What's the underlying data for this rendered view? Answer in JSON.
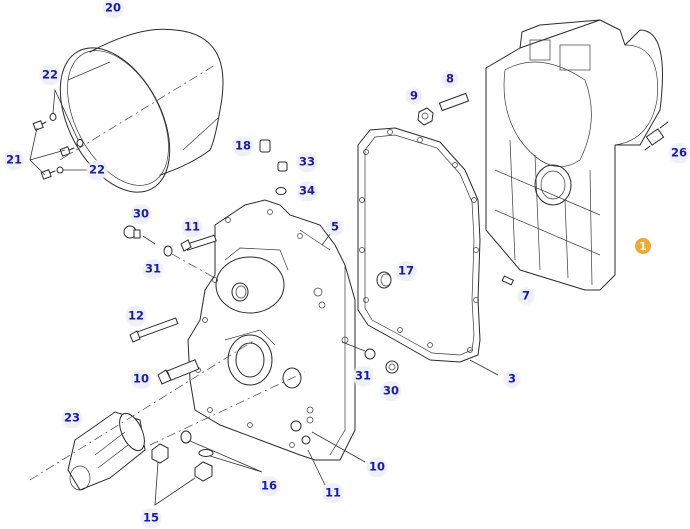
{
  "diagram": {
    "type": "exploded-parts-view",
    "highlight_color": "#f0a830",
    "callout_color": "#1a1aa6",
    "callouts": [
      {
        "id": "c20",
        "label": "20"
      },
      {
        "id": "c22a",
        "label": "22"
      },
      {
        "id": "c21",
        "label": "21"
      },
      {
        "id": "c22b",
        "label": "22"
      },
      {
        "id": "c18",
        "label": "18"
      },
      {
        "id": "c33",
        "label": "33"
      },
      {
        "id": "c34",
        "label": "34"
      },
      {
        "id": "c9",
        "label": "9"
      },
      {
        "id": "c8",
        "label": "8"
      },
      {
        "id": "c26",
        "label": "26"
      },
      {
        "id": "c1",
        "label": "1",
        "highlighted": true
      },
      {
        "id": "c30a",
        "label": "30"
      },
      {
        "id": "c11a",
        "label": "11"
      },
      {
        "id": "c31a",
        "label": "31"
      },
      {
        "id": "c5",
        "label": "5"
      },
      {
        "id": "c17",
        "label": "17"
      },
      {
        "id": "c7",
        "label": "7"
      },
      {
        "id": "c12",
        "label": "12"
      },
      {
        "id": "c10a",
        "label": "10"
      },
      {
        "id": "c31b",
        "label": "31"
      },
      {
        "id": "c30b",
        "label": "30"
      },
      {
        "id": "c3",
        "label": "3"
      },
      {
        "id": "c23",
        "label": "23"
      },
      {
        "id": "c10b",
        "label": "10"
      },
      {
        "id": "c16",
        "label": "16"
      },
      {
        "id": "c11b",
        "label": "11"
      },
      {
        "id": "c15",
        "label": "15"
      }
    ]
  }
}
